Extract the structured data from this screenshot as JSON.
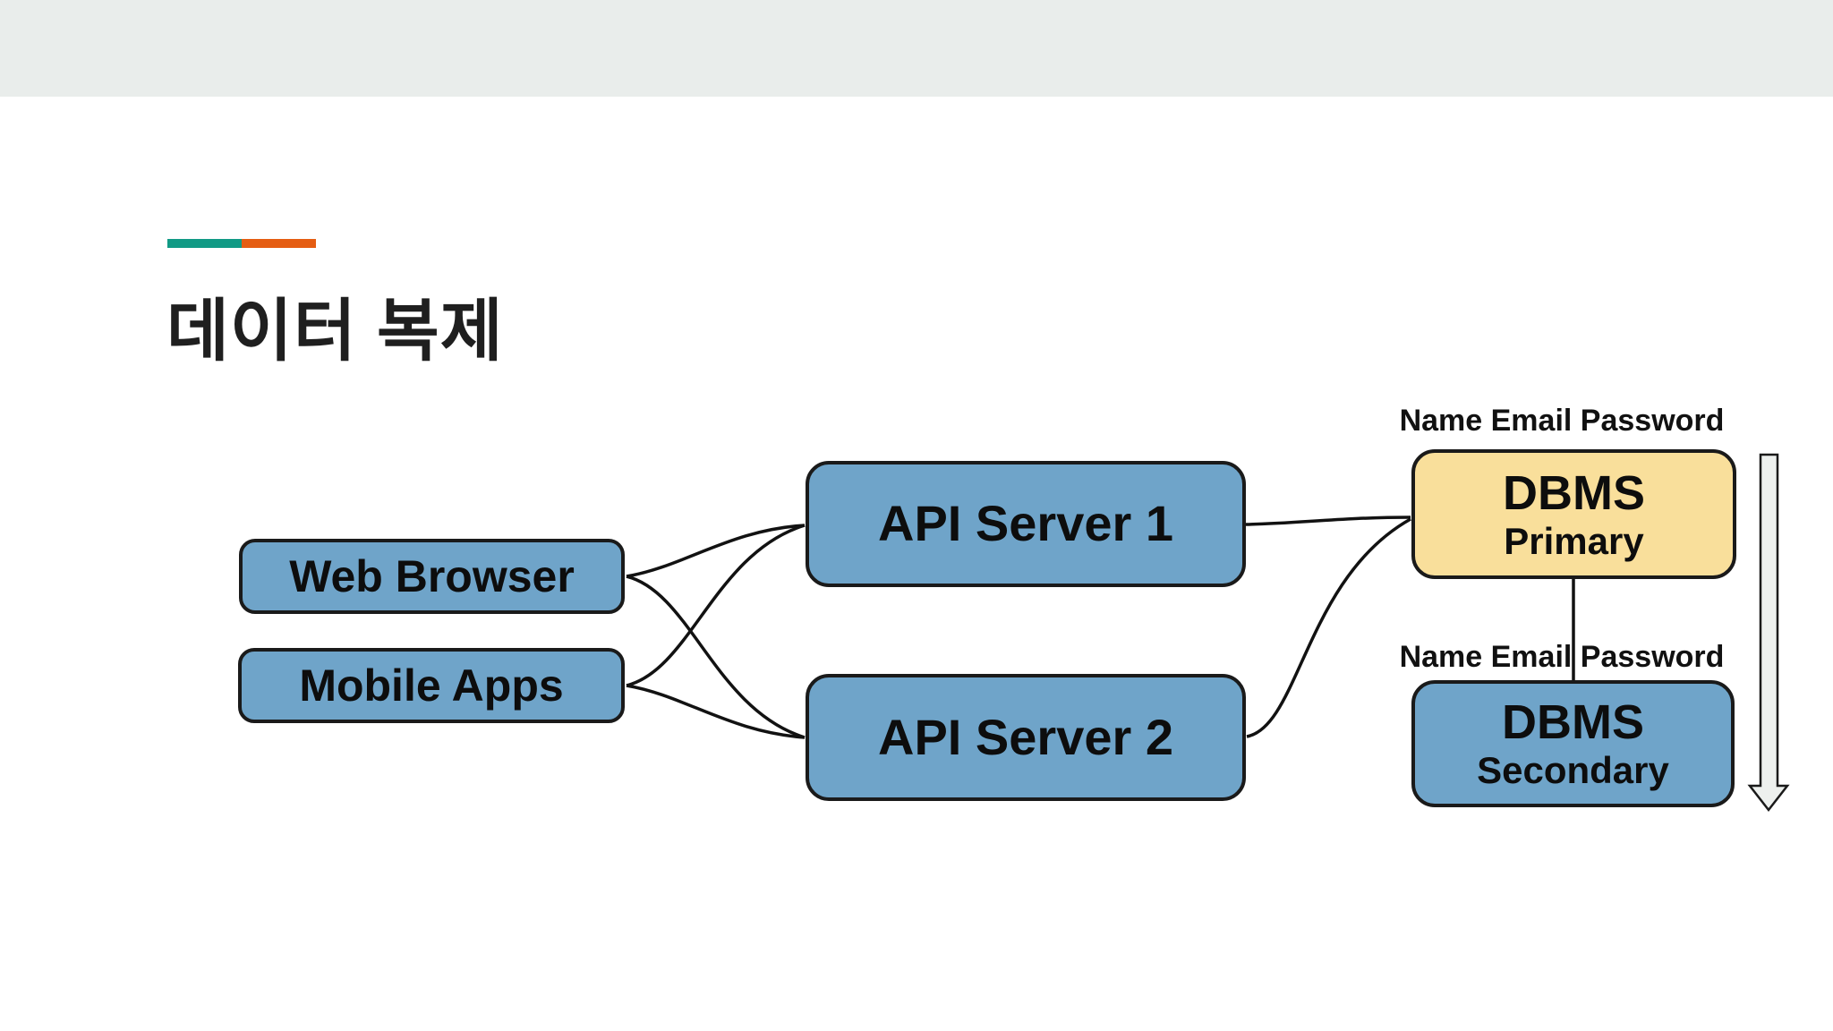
{
  "slide": {
    "title": "데이터 복제"
  },
  "theme": {
    "accent_teal": "#119a85",
    "accent_orange": "#e55d12",
    "node_blue": "#6FA4C9",
    "node_yellow": "#F9DF9B",
    "outline": "#1a1a1a",
    "top_band": "#e9edeb",
    "arrow_fill": "#edf0ee"
  },
  "diagram": {
    "nodes": [
      {
        "id": "web-browser",
        "label": "Web Browser",
        "color": "#6FA4C9"
      },
      {
        "id": "mobile-apps",
        "label": "Mobile Apps",
        "color": "#6FA4C9"
      },
      {
        "id": "api-server-1",
        "label": "API Server 1",
        "color": "#6FA4C9"
      },
      {
        "id": "api-server-2",
        "label": "API Server 2",
        "color": "#6FA4C9"
      },
      {
        "id": "dbms-primary",
        "title": "DBMS",
        "subtitle": "Primary",
        "color": "#F9DF9B"
      },
      {
        "id": "dbms-secondary",
        "title": "DBMS",
        "subtitle": "Secondary",
        "color": "#6FA4C9"
      }
    ],
    "schema_labels": {
      "primary": "Name Email Password",
      "secondary": "Name Email Password"
    },
    "edges": [
      {
        "from": "web-browser",
        "to": "api-server-1"
      },
      {
        "from": "web-browser",
        "to": "api-server-2"
      },
      {
        "from": "mobile-apps",
        "to": "api-server-1"
      },
      {
        "from": "mobile-apps",
        "to": "api-server-2"
      },
      {
        "from": "api-server-1",
        "to": "dbms-primary"
      },
      {
        "from": "api-server-2",
        "to": "dbms-primary"
      },
      {
        "from": "dbms-primary",
        "to": "dbms-secondary"
      }
    ],
    "replication_arrow": {
      "direction": "down"
    }
  }
}
